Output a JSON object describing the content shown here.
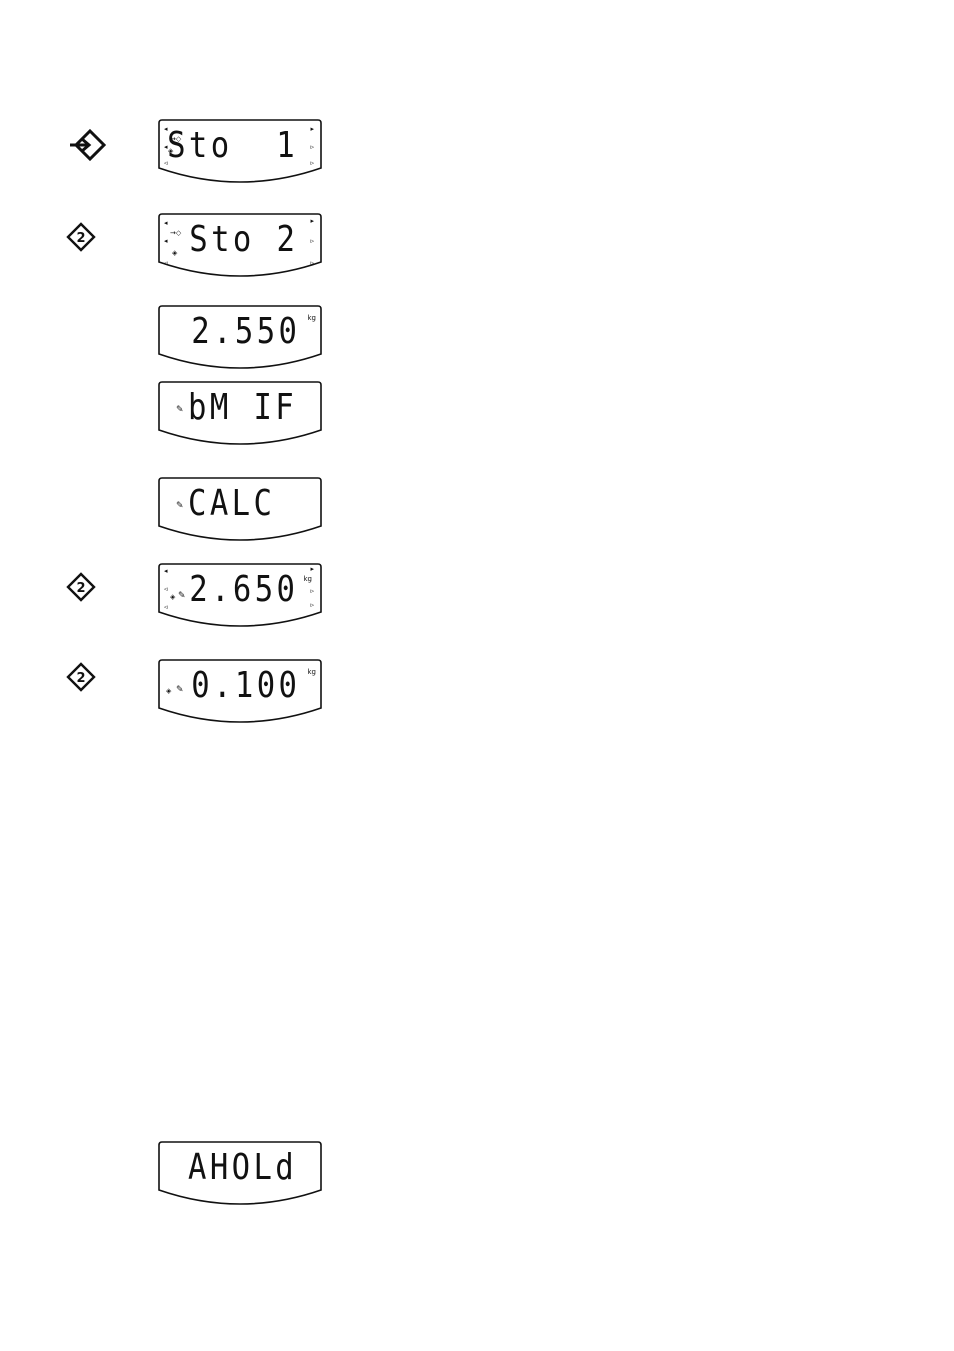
{
  "keys": {
    "store": "store-key",
    "recall": "recall-2-key",
    "recall_label": "2"
  },
  "displays": [
    {
      "id": "sto1",
      "text": "Sto  1",
      "unit": ""
    },
    {
      "id": "sto2",
      "text": "Sto 2",
      "unit": ""
    },
    {
      "id": "w1",
      "text": "2.550",
      "unit": "kg"
    },
    {
      "id": "bmif",
      "text": "bM IF",
      "unit": ""
    },
    {
      "id": "calc",
      "text": "CALC",
      "unit": ""
    },
    {
      "id": "w2",
      "text": "2.650",
      "unit": "kg"
    },
    {
      "id": "w3",
      "text": "0.100",
      "unit": "kg"
    },
    {
      "id": "ahold",
      "text": "AHOLd",
      "unit": ""
    }
  ]
}
